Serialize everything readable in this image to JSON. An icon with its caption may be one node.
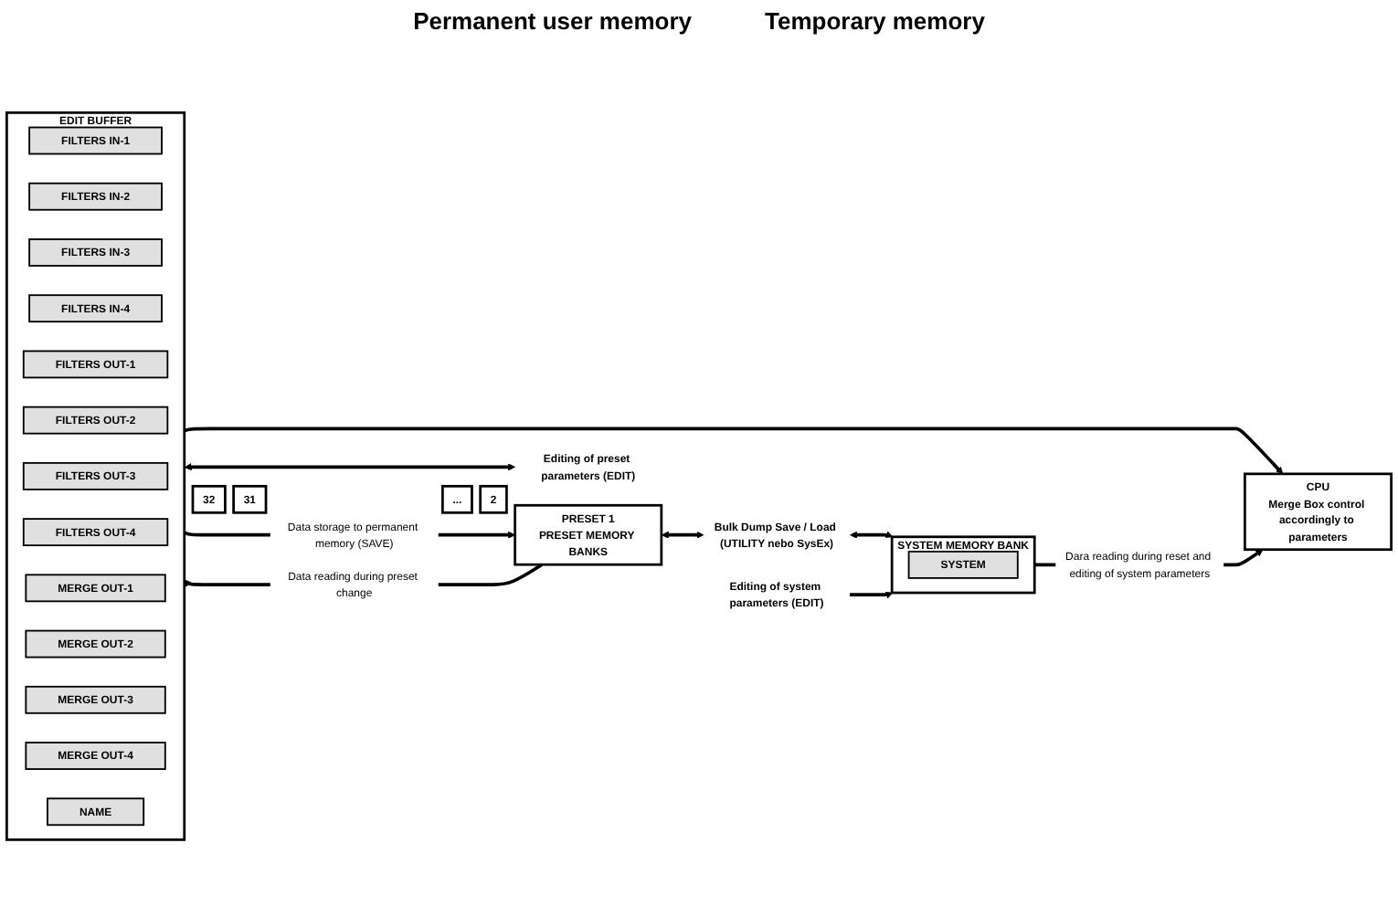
{
  "diagram": {
    "nodes": [
      {
        "text": [
          "32"
        ]
      },
      {
        "text": [
          "31"
        ]
      },
      {
        "text": [
          "..."
        ]
      },
      {
        "text": [
          "2"
        ]
      },
      {
        "text": [
          "PRESET 1",
          "PRESET MEMORY BANKS"
        ]
      },
      {
        "text": [
          "EDIT BUFFER"
        ]
      },
      {
        "text": [
          "FILTERS IN-1"
        ],
        "in": 5
      },
      {
        "text": [
          "FILTERS IN-2"
        ],
        "in": 5
      },
      {
        "text": [
          "FILTERS IN-3"
        ],
        "in": 5
      },
      {
        "text": [
          "FILTERS IN-4"
        ],
        "in": 5
      },
      {
        "text": [
          "FILTERS OUT-1"
        ],
        "in": 5
      },
      {
        "text": [
          "FILTERS OUT-2"
        ],
        "in": 5
      },
      {
        "text": [
          "FILTERS OUT-3"
        ],
        "in": 5
      },
      {
        "text": [
          "FILTERS OUT-4"
        ],
        "in": 5
      },
      {
        "text": [
          "MERGE OUT-1"
        ],
        "in": 5
      },
      {
        "text": [
          "MERGE OUT-2"
        ],
        "in": 5
      },
      {
        "text": [
          "MERGE OUT-3"
        ],
        "in": 5
      },
      {
        "text": [
          "MERGE OUT-4"
        ],
        "in": 5
      },
      {
        "text": [
          "NAME"
        ],
        "in": 5
      },
      {
        "text": [
          "Editing of preset parameters (EDIT)"
        ]
      },
      {
        "text": [
          "Bulk Dump Save / Load (UTILITY nebo SysEx)"
        ]
      },
      {
        "text": [
          "SYSTEM MEMORY BANK"
        ]
      },
      {
        "text": [
          "SYSTEM"
        ],
        "in": 21
      },
      {
        "text": [
          "CPU",
          "Merge Box control accordingly to parameters"
        ]
      },
      {
        "text": [
          "Editing of system parameters (EDIT)"
        ]
      }
    ],
    "edges": [
      {
        "from": 4,
        "to": 5,
        "arrow": "to",
        "label": "Data reading during preset change"
      },
      {
        "from": 5,
        "to": 4,
        "arrow": "to",
        "label": "Data storage to permanent memory (SAVE)"
      },
      {
        "from": 5,
        "to": 19,
        "arrow": "both"
      },
      {
        "from": 4,
        "to": 20,
        "arrow": "both"
      },
      {
        "from": 20,
        "to": 21,
        "arrow": "both"
      },
      {
        "from": 5,
        "to": 23,
        "arrow": "to"
      },
      {
        "from": 21,
        "to": 23,
        "arrow": "to",
        "label": "Dara reading during reset and editing of system parameters"
      },
      {
        "from": 24,
        "to": 21,
        "arrow": "to"
      }
    ],
    "labels": [
      "Permanent user memory",
      "Temporary memory"
    ]
  }
}
